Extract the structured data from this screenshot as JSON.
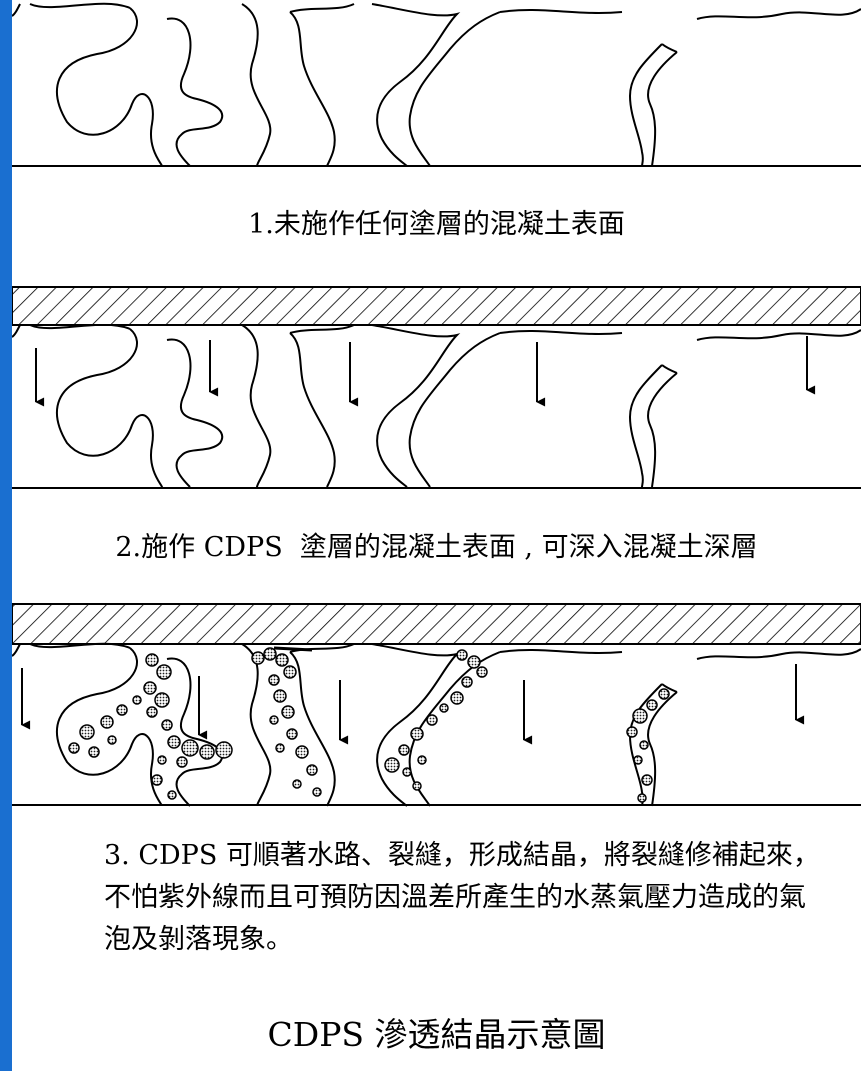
{
  "captions": {
    "panel1": "1.未施作任何塗層的混凝土表面",
    "panel2": "2.施作 CDPS  塗層的混凝土表面 , 可深入混凝土深層",
    "panel3": "3. CDPS 可順著水路、裂縫，形成結晶，將裂縫修補起來，不怕紫外線而且可預防因溫差所產生的水蒸氣壓力造成的氣泡及剝落現象。",
    "title": "CDPS 滲透結晶示意圖"
  },
  "colors": {
    "background": "#1a6fd0",
    "panel": "#ffffff",
    "ink": "#000000"
  }
}
